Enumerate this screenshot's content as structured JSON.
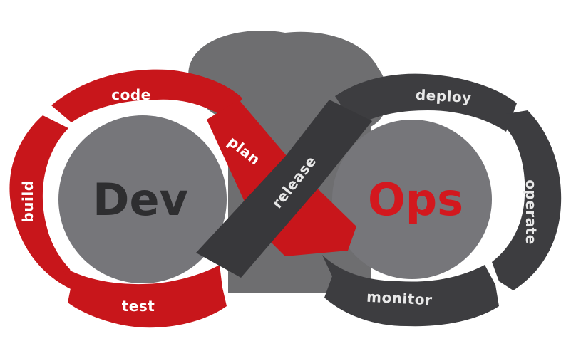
{
  "colors": {
    "cloud": "#6e6e70",
    "inner_circle": "#76767a",
    "dev_ring": "#c8161b",
    "ops_ring": "#3d3d40",
    "band_dark": "#38383b",
    "band_red": "#c8161b",
    "label_on_red": "#ffffff",
    "label_on_dark": "#e8e8e8",
    "dev_text": "#2e2e30",
    "ops_text": "#d3181e"
  },
  "words": {
    "dev": "Dev",
    "ops": "Ops"
  },
  "stages": {
    "code": "code",
    "build": "build",
    "test": "test",
    "plan": "plan",
    "release": "release",
    "deploy": "deploy",
    "operate": "operate",
    "monitor": "monitor"
  }
}
